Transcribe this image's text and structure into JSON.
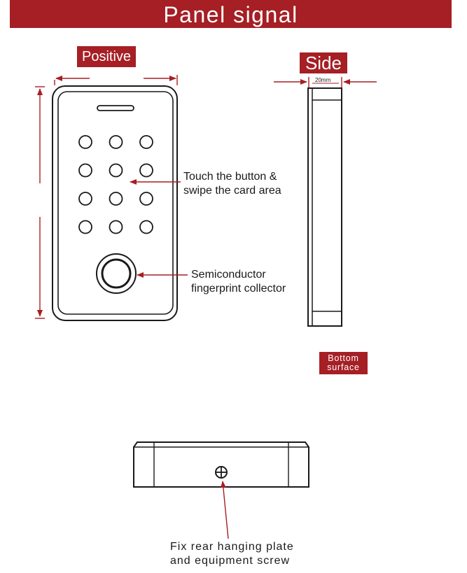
{
  "title": "Panel signal",
  "views": {
    "positive": "Positive",
    "side": "Side",
    "bottom_line1": "Bottom",
    "bottom_line2": "surface"
  },
  "dimensions": {
    "side_width": "20mm"
  },
  "callouts": {
    "touch_line1": "Touch the button &",
    "touch_line2": "swipe the card area",
    "fingerprint_line1": "Semiconductor",
    "fingerprint_line2": "fingerprint collector",
    "screw_line1": "Fix rear hanging plate",
    "screw_line2": "and equipment screw"
  },
  "colors": {
    "accent": "#a51f24",
    "line": "#1a1a1a",
    "arrow": "#a51f24"
  },
  "keypad": {
    "rows": 4,
    "columns": 3
  }
}
